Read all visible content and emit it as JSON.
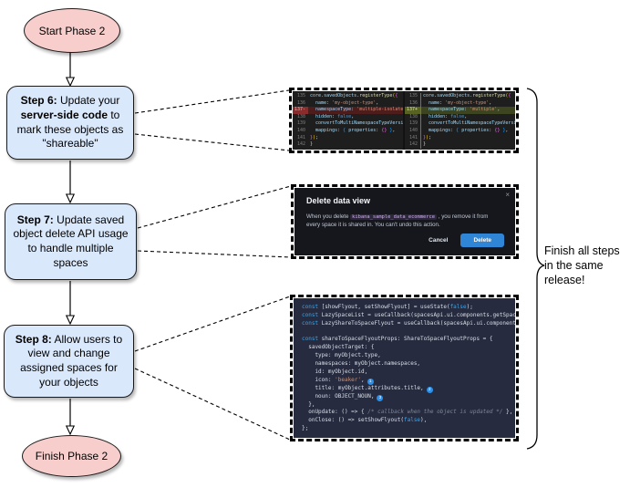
{
  "flowchart": {
    "start_label": "Start Phase 2",
    "finish_label": "Finish Phase 2",
    "step6": {
      "b1": "Step 6:",
      "t1": " Update your ",
      "b2": "server-side code",
      "t2": " to mark these objects as \"shareable\""
    },
    "step7": {
      "b1": "Step 7:",
      "t1": " Update saved object delete API usage to handle multiple spaces"
    },
    "step8": {
      "b1": "Step 8:",
      "t1": " Allow users to view and change assigned spaces for your objects"
    },
    "annotation": "Finish all steps\nin the same\nrelease!"
  },
  "colors": {
    "terminal_fill": "#f8cecc",
    "step_fill": "#dae8fc",
    "diff_removed_bg": "#4f1c1c",
    "diff_added_bg": "#3d4420",
    "modal_bg": "#16171d",
    "delete_button_blue": "#2f86d6",
    "flyout_code_bg": "#262b3f",
    "badge_blue": "#2e8fe8"
  },
  "diff": {
    "left_lines": [
      {
        "n": "135",
        "tok": [
          [
            "v",
            "core"
          ],
          [
            "d",
            "."
          ],
          [
            "v",
            "savedObjects"
          ],
          [
            "d",
            "."
          ],
          [
            "f",
            "registerType"
          ],
          [
            "b1",
            "("
          ],
          [
            "b2",
            "{"
          ]
        ]
      },
      {
        "n": "136",
        "tok": [
          [
            "d",
            "  "
          ],
          [
            "v",
            "name"
          ],
          [
            "d",
            ": "
          ],
          [
            "s",
            "'my-object-type'"
          ],
          [
            "d",
            ","
          ]
        ]
      },
      {
        "n": "137-",
        "cls": "removed",
        "tok": [
          [
            "d",
            "  "
          ],
          [
            "v",
            "namespaceType"
          ],
          [
            "d",
            ": "
          ],
          [
            "s",
            "'multiple-isolated'"
          ],
          [
            "d",
            ","
          ]
        ]
      },
      {
        "n": "138",
        "tok": [
          [
            "d",
            "  "
          ],
          [
            "v",
            "hidden"
          ],
          [
            "d",
            ": "
          ],
          [
            "kw",
            "false"
          ],
          [
            "d",
            ","
          ]
        ]
      },
      {
        "n": "139",
        "tok": [
          [
            "d",
            "  "
          ],
          [
            "v",
            "convertToMultiNamespaceTypeVersion"
          ],
          [
            "d",
            ": "
          ],
          [
            "s",
            "'"
          ]
        ]
      },
      {
        "n": "140",
        "tok": [
          [
            "d",
            "  "
          ],
          [
            "v",
            "mappings"
          ],
          [
            "d",
            ": "
          ],
          [
            "b3",
            "{"
          ],
          [
            "d",
            " "
          ],
          [
            "v",
            "properties"
          ],
          [
            "d",
            ": "
          ],
          [
            "b2",
            "{}"
          ],
          [
            "d",
            " "
          ],
          [
            "b3",
            "}"
          ],
          [
            "d",
            ","
          ]
        ]
      },
      {
        "n": "141",
        "tok": [
          [
            "b2",
            "}"
          ],
          [
            "b1",
            ")"
          ],
          [
            "d",
            ";"
          ]
        ]
      },
      {
        "n": "142",
        "tok": [
          [
            "b1",
            "}"
          ]
        ]
      }
    ],
    "right_lines": [
      {
        "n": "135",
        "tok": [
          [
            "v",
            "core"
          ],
          [
            "d",
            "."
          ],
          [
            "v",
            "savedObjects"
          ],
          [
            "d",
            "."
          ],
          [
            "f",
            "registerType"
          ],
          [
            "b1",
            "("
          ],
          [
            "b2",
            "{"
          ]
        ]
      },
      {
        "n": "136",
        "tok": [
          [
            "d",
            "  "
          ],
          [
            "v",
            "name"
          ],
          [
            "d",
            ": "
          ],
          [
            "s",
            "'my-object-type'"
          ],
          [
            "d",
            ","
          ]
        ]
      },
      {
        "n": "137+",
        "cls": "added",
        "tok": [
          [
            "d",
            "  "
          ],
          [
            "v",
            "namespaceType"
          ],
          [
            "d",
            ": "
          ],
          [
            "s",
            "'multiple'"
          ],
          [
            "d",
            ","
          ]
        ]
      },
      {
        "n": "138",
        "tok": [
          [
            "d",
            "  "
          ],
          [
            "v",
            "hidden"
          ],
          [
            "d",
            ": "
          ],
          [
            "kw",
            "false"
          ],
          [
            "d",
            ","
          ]
        ]
      },
      {
        "n": "139",
        "tok": [
          [
            "d",
            "  "
          ],
          [
            "v",
            "convertToMultiNamespaceTypeVersion"
          ],
          [
            "d",
            ": "
          ],
          [
            "s",
            "'"
          ]
        ]
      },
      {
        "n": "140",
        "tok": [
          [
            "d",
            "  "
          ],
          [
            "v",
            "mappings"
          ],
          [
            "d",
            ": "
          ],
          [
            "b3",
            "{"
          ],
          [
            "d",
            " "
          ],
          [
            "v",
            "properties"
          ],
          [
            "d",
            ": "
          ],
          [
            "b2",
            "{}"
          ],
          [
            "d",
            " "
          ],
          [
            "b3",
            "}"
          ],
          [
            "d",
            ","
          ]
        ]
      },
      {
        "n": "141",
        "tok": [
          [
            "b2",
            "}"
          ],
          [
            "b1",
            ")"
          ],
          [
            "d",
            ";"
          ]
        ]
      },
      {
        "n": "142",
        "tok": [
          [
            "b1",
            "}"
          ]
        ]
      }
    ]
  },
  "modal": {
    "title": "Delete data view",
    "close_icon": "×",
    "body_pre": "When you delete ",
    "body_code": "kibana_sample_data_ecommerce",
    "body_post": " , you remove it from every space it is shared in. You can't undo this action.",
    "cancel_label": "Cancel",
    "delete_label": "Delete"
  },
  "code": {
    "lines": [
      {
        "tok": [
          [
            "kw",
            "const"
          ],
          [
            "d",
            " [showFlyout, setShowFlyout] = useState("
          ],
          [
            "tk2",
            "false"
          ],
          [
            "d",
            ");"
          ]
        ]
      },
      {
        "tok": [
          [
            "kw",
            "const"
          ],
          [
            "d",
            " LazySpaceList = useCallback(spacesApi.ui.components.getSpaceLis"
          ]
        ]
      },
      {
        "tok": [
          [
            "kw",
            "const"
          ],
          [
            "d",
            " LazyShareToSpaceFlyout = useCallback(spacesApi.ui.components.ge"
          ]
        ]
      },
      {
        "tok": []
      },
      {
        "tok": [
          [
            "kw",
            "const"
          ],
          [
            "d",
            " shareToSpaceFlyoutProps: ShareToSpaceFlyoutProps = {"
          ]
        ]
      },
      {
        "tok": [
          [
            "d",
            "  savedObjectTarget: {"
          ]
        ]
      },
      {
        "tok": [
          [
            "d",
            "    type: myObject.type,"
          ]
        ]
      },
      {
        "tok": [
          [
            "d",
            "    namespaces: myObject.namespaces,"
          ]
        ]
      },
      {
        "tok": [
          [
            "d",
            "    id: myObject.id,"
          ]
        ]
      },
      {
        "tok": [
          [
            "d",
            "    icon: "
          ],
          [
            "s",
            "'beaker'"
          ],
          [
            "d",
            ","
          ]
        ],
        "badge": "1"
      },
      {
        "tok": [
          [
            "d",
            "    title: myObject.attributes.title,"
          ]
        ],
        "badge": "2"
      },
      {
        "tok": [
          [
            "d",
            "    noun: OBJECT_NOUN,"
          ]
        ],
        "badge": "3"
      },
      {
        "tok": [
          [
            "d",
            "  },"
          ]
        ]
      },
      {
        "tok": [
          [
            "d",
            "  onUpdate: () => { "
          ],
          [
            "c",
            "/* callback when the object is updated */"
          ],
          [
            "d",
            " },"
          ]
        ]
      },
      {
        "tok": [
          [
            "d",
            "  onClose: () => setShowFlyout("
          ],
          [
            "tk2",
            "false"
          ],
          [
            "d",
            "),"
          ]
        ]
      },
      {
        "tok": [
          [
            "d",
            "};"
          ]
        ]
      }
    ]
  }
}
